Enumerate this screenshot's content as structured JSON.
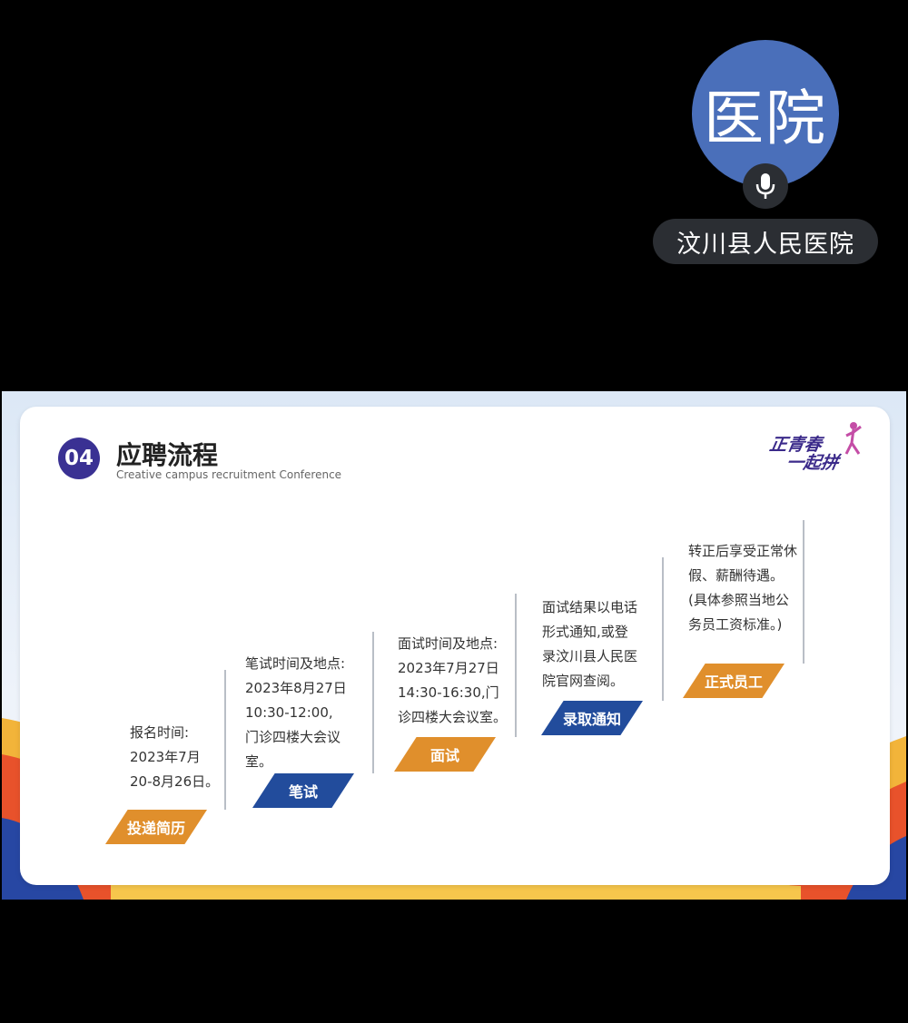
{
  "overlay": {
    "avatar_text": "医院",
    "account_name": "汶川县人民医院",
    "mic_icon": "microphone-icon"
  },
  "slide": {
    "section_number": "04",
    "title": "应聘流程",
    "subtitle": "Creative campus recruitment Conference",
    "logo_text_line1": "正青春",
    "logo_text_line2": "一起拼",
    "steps": [
      {
        "label": "投递简历",
        "color": "#e08f2c",
        "desc_lines": [
          "报名时间:",
          "2023年7月",
          "20-8月26日。"
        ]
      },
      {
        "label": "笔试",
        "color": "#224c9c",
        "desc_lines": [
          "笔试时间及地点:",
          "2023年8月27日",
          "10:30-12:00,",
          "门诊四楼大会议",
          "室。"
        ]
      },
      {
        "label": "面试",
        "color": "#e08f2c",
        "desc_lines": [
          "面试时间及地点:",
          "2023年7月27日",
          "14:30-16:30,门",
          "诊四楼大会议室。"
        ]
      },
      {
        "label": "录取通知",
        "color": "#224c9c",
        "desc_lines": [
          "面试结果以电话",
          "形式通知,或登",
          "录汶川县人民医",
          "院官网查阅。"
        ]
      },
      {
        "label": "正式员工",
        "color": "#e08f2c",
        "desc_lines": [
          "转正后享受正常休",
          "假、薪酬待遇。",
          "(具体参照当地公",
          "务员工资标准。)"
        ]
      }
    ]
  }
}
